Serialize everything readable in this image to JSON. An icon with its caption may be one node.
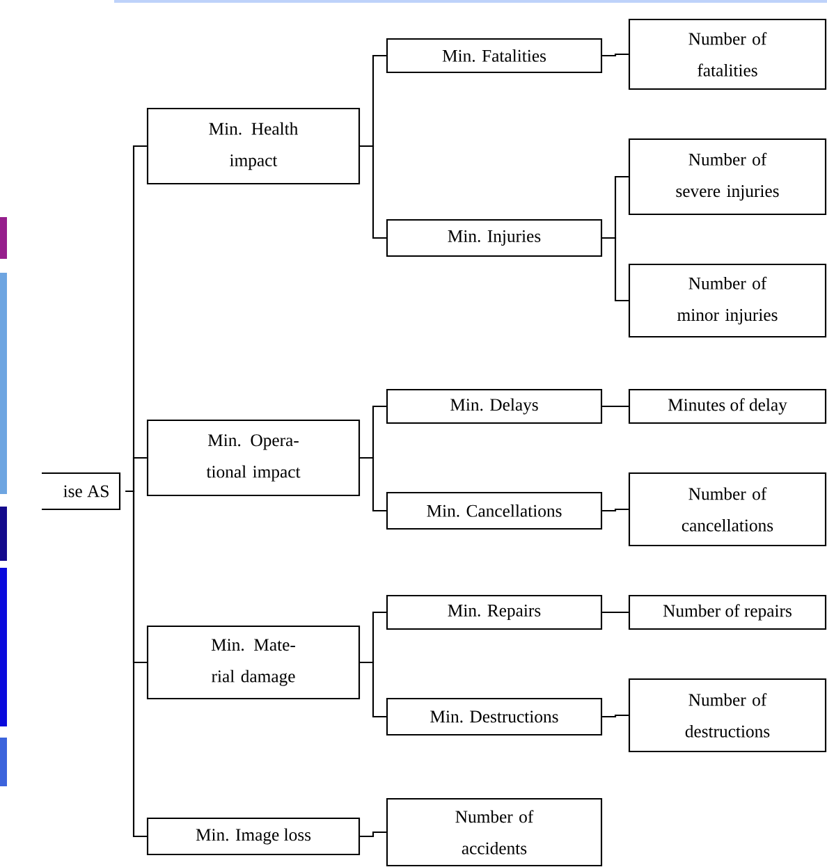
{
  "diagram": {
    "nodes": [
      {
        "text": [
          "ise AS"
        ]
      },
      {
        "text": [
          "Min. Health impact"
        ]
      },
      {
        "text": [
          "Min. Fatalities"
        ]
      },
      {
        "text": [
          "Number of fatalities"
        ]
      },
      {
        "text": [
          "Min. Injuries"
        ]
      },
      {
        "text": [
          "Number of severe injuries"
        ]
      },
      {
        "text": [
          "Number of minor injuries"
        ]
      },
      {
        "text": [
          "Min. Opera- tional impact"
        ]
      },
      {
        "text": [
          "Min. Delays"
        ]
      },
      {
        "text": [
          "Minutes of delay"
        ]
      },
      {
        "text": [
          "Min. Cancellations"
        ]
      },
      {
        "text": [
          "Number of cancellations"
        ]
      },
      {
        "text": [
          "Min. Mate- rial damage"
        ]
      },
      {
        "text": [
          "Min. Repairs"
        ]
      },
      {
        "text": [
          "Number of repairs"
        ]
      },
      {
        "text": [
          "Min. Destructions"
        ]
      },
      {
        "text": [
          "Number of destructions"
        ]
      },
      {
        "text": [
          "Min. Image loss"
        ]
      },
      {
        "text": [
          "Number of accidents"
        ]
      }
    ],
    "edges": [
      {
        "from": 0,
        "to": 1,
        "arrow": "none"
      },
      {
        "from": 1,
        "to": 2,
        "arrow": "none"
      },
      {
        "from": 2,
        "to": 3,
        "arrow": "none"
      },
      {
        "from": 1,
        "to": 4,
        "arrow": "none"
      },
      {
        "from": 4,
        "to": 5,
        "arrow": "none"
      },
      {
        "from": 4,
        "to": 6,
        "arrow": "none"
      },
      {
        "from": 0,
        "to": 7,
        "arrow": "none"
      },
      {
        "from": 7,
        "to": 8,
        "arrow": "none"
      },
      {
        "from": 8,
        "to": 9,
        "arrow": "none"
      },
      {
        "from": 7,
        "to": 10,
        "arrow": "none"
      },
      {
        "from": 10,
        "to": 11,
        "arrow": "none"
      },
      {
        "from": 0,
        "to": 12,
        "arrow": "none"
      },
      {
        "from": 12,
        "to": 13,
        "arrow": "none"
      },
      {
        "from": 13,
        "to": 14,
        "arrow": "none"
      },
      {
        "from": 12,
        "to": 15,
        "arrow": "none"
      },
      {
        "from": 15,
        "to": 16,
        "arrow": "none"
      },
      {
        "from": 0,
        "to": 17,
        "arrow": "none"
      },
      {
        "from": 17,
        "to": 18,
        "arrow": "none"
      }
    ]
  }
}
